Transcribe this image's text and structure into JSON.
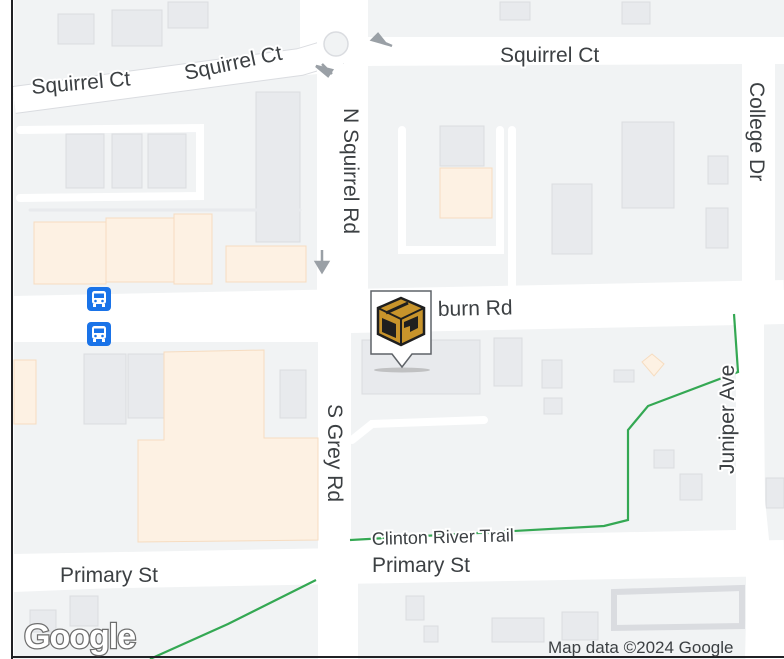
{
  "map": {
    "roads": {
      "squirrel_ct_west_1": "Squirrel Ct",
      "squirrel_ct_west_2": "Squirrel Ct",
      "squirrel_ct_east": "Squirrel Ct",
      "n_squirrel_rd": "N Squirrel Rd",
      "college_dr": "College Dr",
      "auburn_rd": "burn Rd",
      "s_grey_rd": "S Grey Rd",
      "juniper_ave": "Juniper Ave",
      "primary_st_west": "Primary St",
      "primary_st_east": "Primary St"
    },
    "trail": "Clinton River Trail",
    "attribution": "Map data ©2024 Google",
    "logo": "Google",
    "colors": {
      "background": "#ffffff",
      "block": "#f1f3f4",
      "building": "#e8eaed",
      "commercial": "#fdf1e3",
      "trail": "#34a853",
      "transit": "#1a73e8",
      "pin_box": "#c8942b"
    },
    "markers": {
      "transit_icon": "bus-icon",
      "place_icon": "package-box-icon"
    }
  }
}
